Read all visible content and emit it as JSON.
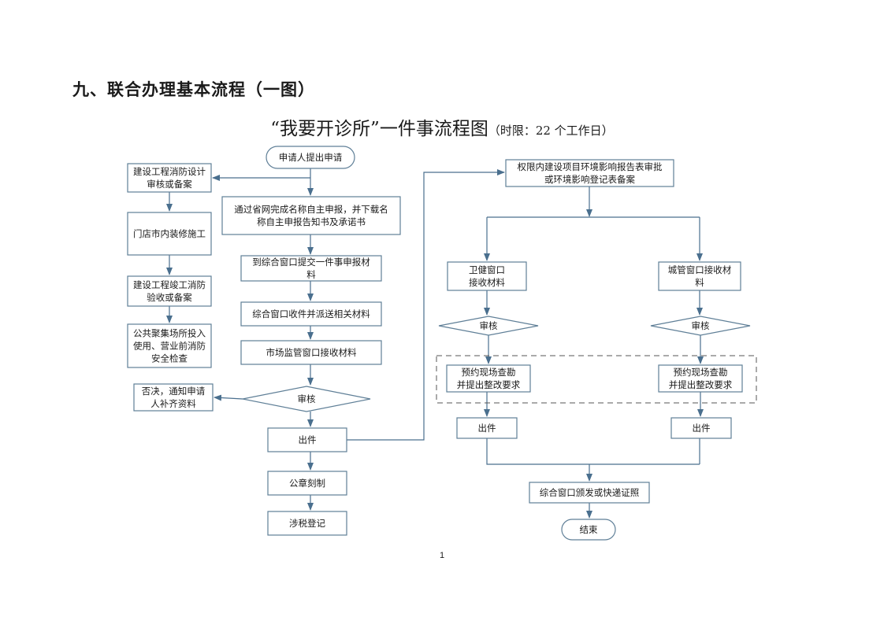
{
  "heading": "九、联合办理基本流程（一图）",
  "title": {
    "main": "“我要开诊所”一件事流程图",
    "sub": "（时限：22 个工作日）"
  },
  "nodes": {
    "start": "申请人提出申请",
    "fire_design": [
      "建设工程消防设计",
      "审核或备案"
    ],
    "renovation": [
      "门店市内装修施工"
    ],
    "fire_acceptance": [
      "建设工程竣工消防",
      "验收或备案"
    ],
    "safety_check": [
      "公共聚集场所投入",
      "使用、营业前消防",
      "安全检查"
    ],
    "name_report": [
      "通过省网完成名称自主申报，并下载名",
      "称自主申报告知书及承诺书"
    ],
    "submit": [
      "到综合窗口提交一件事申报材",
      "料"
    ],
    "dispatch": [
      "综合窗口收件并派送相关材料"
    ],
    "market_receive": [
      "市场监管窗口接收材料"
    ],
    "review_main": "审核",
    "reject": [
      "否决，通知申请",
      "人补齐资料"
    ],
    "issue_main": "出件",
    "seal": "公章刻制",
    "tax": "涉税登记",
    "env": [
      "权限内建设项目环境影响报告表审批",
      "或环境影响登记表备案"
    ],
    "health_receive": [
      "卫健窗口",
      "接收材料"
    ],
    "urban_receive": [
      "城管窗口接收材",
      "料"
    ],
    "review_health": "审核",
    "review_urban": "审核",
    "inspect_health": [
      "预约现场查勘",
      "并提出整改要求"
    ],
    "inspect_urban": [
      "预约现场查勘",
      "并提出整改要求"
    ],
    "issue_health": "出件",
    "issue_urban": "出件",
    "final_issue": [
      "综合窗口颁发或快递证照"
    ],
    "end": "结束"
  },
  "page_number": "1",
  "colors": {
    "box_stroke": "#5f7f97",
    "arrow": "#4a6f8e",
    "dashed": "#555555",
    "text": "#1a1a1a"
  }
}
